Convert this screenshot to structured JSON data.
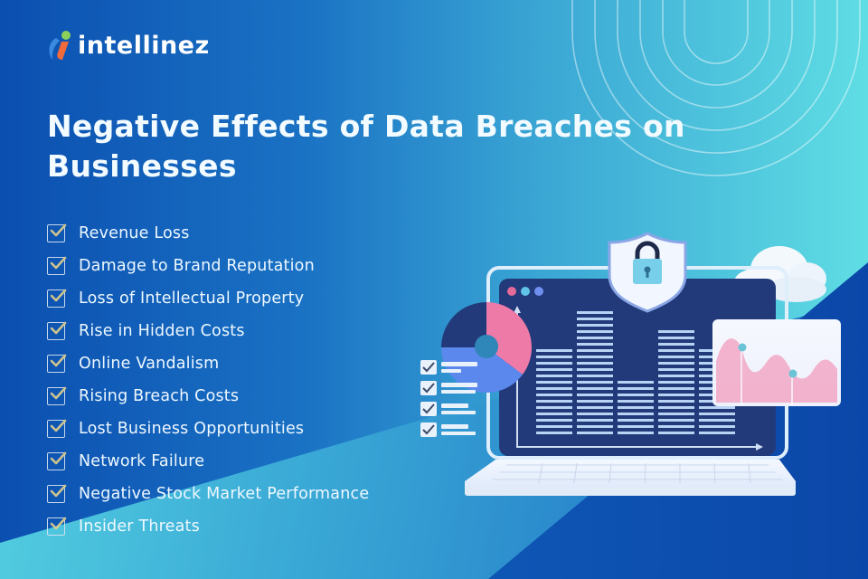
{
  "brand": {
    "name": "intellinez",
    "logo_colors": {
      "green": "#8bd05a",
      "blue": "#3a8be0",
      "orange": "#f06a3c"
    }
  },
  "header": {
    "title": "Negative Effects of Data Breaches on Businesses"
  },
  "list": {
    "icon": "checkbox-checked-icon",
    "items": [
      {
        "label": "Revenue Loss"
      },
      {
        "label": "Damage to Brand Reputation"
      },
      {
        "label": "Loss of Intellectual Property"
      },
      {
        "label": "Rise in Hidden Costs"
      },
      {
        "label": "Online Vandalism"
      },
      {
        "label": "Rising Breach Costs"
      },
      {
        "label": "Lost Business Opportunities"
      },
      {
        "label": "Network Failure"
      },
      {
        "label": "Negative Stock Market Performance"
      },
      {
        "label": "Insider Threats"
      }
    ]
  },
  "illustration": {
    "elements": [
      "laptop-icon",
      "shield-lock-icon",
      "cloud-icon",
      "donut-chart-icon",
      "bar-chart-icon",
      "area-chart-card-icon",
      "checklist-icon"
    ],
    "window_dots": [
      "#e46a9a",
      "#5fc4e6",
      "#6f8ff0"
    ]
  },
  "colors": {
    "bg_dark": "#0b4fb0",
    "bg_light": "#5fdde4",
    "screen": "#233a7a",
    "accent_pink": "#ee7aa8",
    "check_gold": "#e3d08a"
  }
}
